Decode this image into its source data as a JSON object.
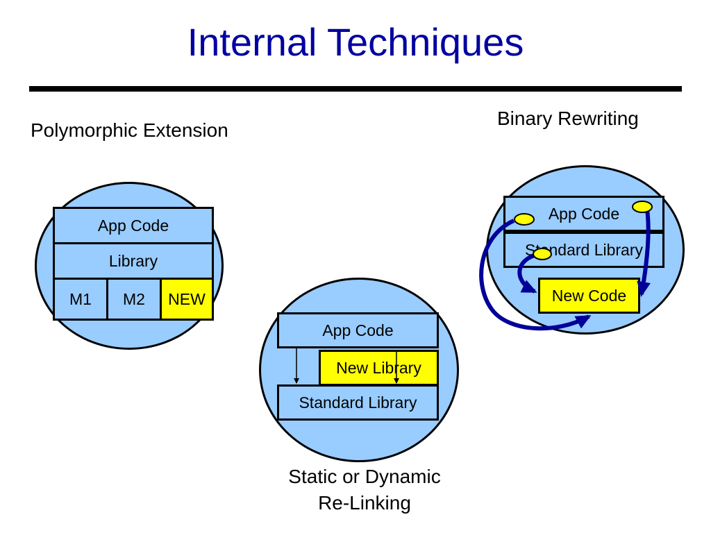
{
  "title": "Internal Techniques",
  "sections": {
    "polymorphic": {
      "label": "Polymorphic Extension",
      "app_code": "App Code",
      "library": "Library",
      "modules": [
        "M1",
        "M2",
        "NEW"
      ]
    },
    "relinking": {
      "app_code": "App Code",
      "new_library": "New Library",
      "standard_library": "Standard Library",
      "caption_line1": "Static or Dynamic",
      "caption_line2": "Re-Linking"
    },
    "rewriting": {
      "label": "Binary Rewriting",
      "app_code": "App Code",
      "standard_library": "Standard Library",
      "new_code": "New Code"
    }
  },
  "colors": {
    "title": "#0000a0",
    "region_fill": "#99ccff",
    "highlight": "#ffff00",
    "arrow": "#000099"
  }
}
